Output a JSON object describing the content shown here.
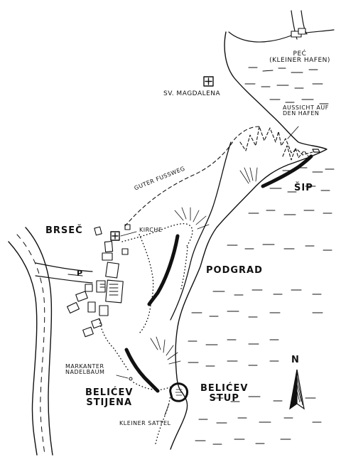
{
  "labels": {
    "pec": "PEĆ",
    "pec_sub": "(KLEINER HAFEN)",
    "magdalena": "SV. MAGDALENA",
    "aussicht": "AUSSICHT AUF",
    "aussicht2": "DEN HAFEN",
    "guter_fussweg": "GUTER FUSSWEG",
    "sip": "ŠIP",
    "brsec": "BRSEČ",
    "kirche": "KIRCHE",
    "podgrad": "PODGRAD",
    "markanter": "MARKANTER",
    "nadelbaum": "NADELBAUM",
    "belicev_stijena_1": "BELIĆEV",
    "belicev_stijena_2": "STIJENA",
    "belicev_stup_1": "BELIĆEV",
    "belicev_stup_2": "STUP",
    "kleiner_sattel": "KLEINER SATTEL",
    "parking": "P",
    "north": "N"
  },
  "colors": {
    "ink": "#111111",
    "paper": "#ffffff"
  }
}
